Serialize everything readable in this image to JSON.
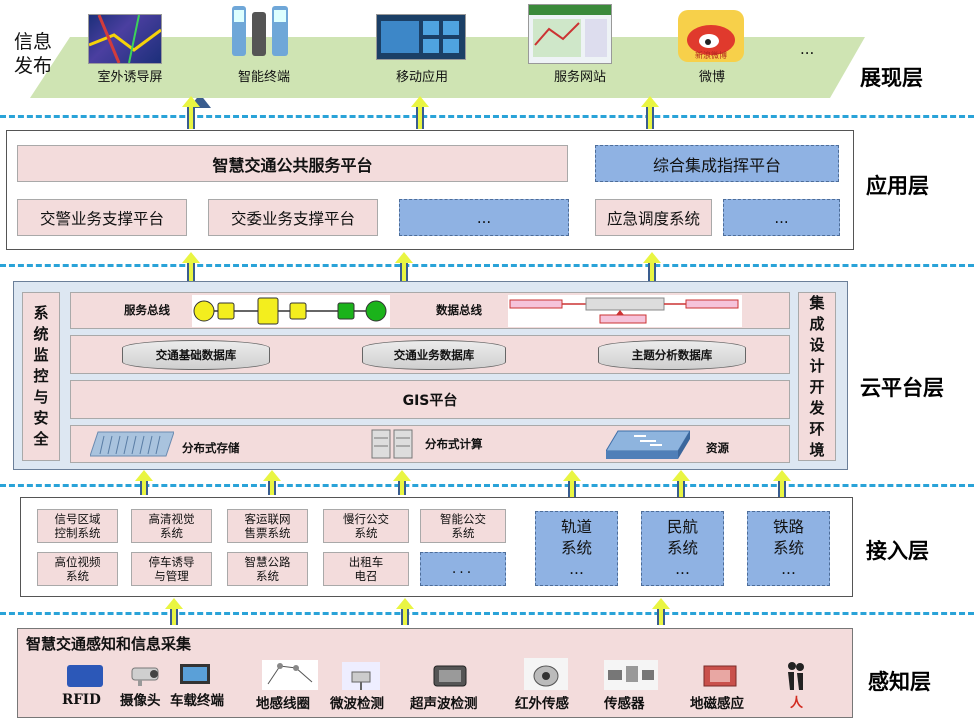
{
  "presentation": {
    "info_release": "信息\n发布",
    "items": [
      "室外诱导屏",
      "智能终端",
      "移动应用",
      "服务网站",
      "微博"
    ],
    "more": "...",
    "weibo_text": "新浪微博",
    "layer": "展现层"
  },
  "application": {
    "main_platform": "智慧交通公共服务平台",
    "command_platform": "综合集成指挥平台",
    "row": [
      "交警业务支撑平台",
      "交委业务支撑平台",
      "...",
      "应急调度系统",
      "..."
    ],
    "layer": "应用层"
  },
  "cloud": {
    "left_side": "系统监控与安全",
    "right_side": "集成设计开发环境",
    "service_bus": "服务总线",
    "data_bus": "数据总线",
    "databases": [
      "交通基础数据库",
      "交通业务数据库",
      "主题分析数据库"
    ],
    "gis": "GIS平台",
    "distributed_storage": "分布式存储",
    "distributed_compute": "分布式计算",
    "resource": "资源",
    "layer": "云平台层"
  },
  "access": {
    "row1": [
      "信号区域\n控制系统",
      "高清视觉\n系统",
      "客运联网\n售票系统",
      "慢行公交\n系统",
      "智能公交\n系统"
    ],
    "row2": [
      "高位视频\n系统",
      "停车诱导\n与管理",
      "智慧公路\n系统",
      "出租车\n电召",
      "..."
    ],
    "big": [
      "轨道\n系统\n...",
      "民航\n系统\n...",
      "铁路\n系统\n..."
    ],
    "layer": "接入层"
  },
  "perception": {
    "title": "智慧交通感知和信息采集",
    "items": [
      "RFID",
      "摄像头",
      "车载终端",
      "地感线圈",
      "微波检测",
      "超声波检测",
      "红外传感",
      "传感器",
      "地磁感应",
      "人"
    ],
    "layer": "感知层"
  },
  "colors": {
    "dash": "#2aa3d8",
    "pink": "#f3dcdc",
    "blue": "#8fb2e3",
    "arrow": "#e9f542",
    "band": "#cfe4b3"
  }
}
